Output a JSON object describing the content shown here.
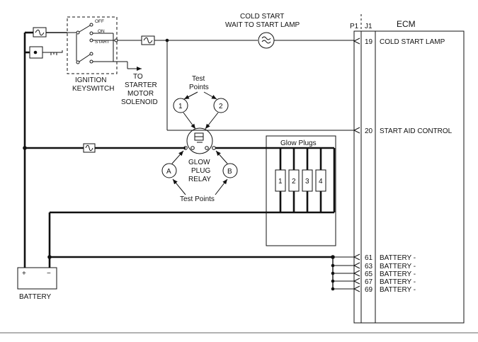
{
  "ecm": {
    "title": "ECM",
    "p1": "P1",
    "j1": "J1",
    "pins": [
      {
        "num": "19",
        "label": "COLD START LAMP"
      },
      {
        "num": "20",
        "label": "START AID CONTROL"
      },
      {
        "num": "61",
        "label": "BATTERY -"
      },
      {
        "num": "63",
        "label": "BATTERY -"
      },
      {
        "num": "65",
        "label": "BATTERY -"
      },
      {
        "num": "67",
        "label": "BATTERY -"
      },
      {
        "num": "69",
        "label": "BATTERY -"
      }
    ]
  },
  "lamp": {
    "line1": "COLD START",
    "line2": "WAIT TO START LAMP"
  },
  "keyswitch": {
    "line1": "IGNITION",
    "line2": "KEYSWITCH",
    "positions": [
      "OFF",
      "ON",
      "START"
    ]
  },
  "starter": {
    "line1": "TO",
    "line2": "STARTER",
    "line3": "MOTOR",
    "line4": "SOLENOID"
  },
  "test_points_top": {
    "line1": "Test",
    "line2": "Points",
    "p1": "1",
    "p2": "2"
  },
  "relay": {
    "line1": "GLOW",
    "line2": "PLUG",
    "line3": "RELAY",
    "a": "A",
    "b": "B"
  },
  "test_points_bottom": "Test Points",
  "glow_plugs": {
    "title": "Glow Plugs",
    "plugs": [
      "1",
      "2",
      "3",
      "4"
    ]
  },
  "battery": {
    "label": "BATTERY",
    "pos": "+",
    "neg": "−"
  }
}
